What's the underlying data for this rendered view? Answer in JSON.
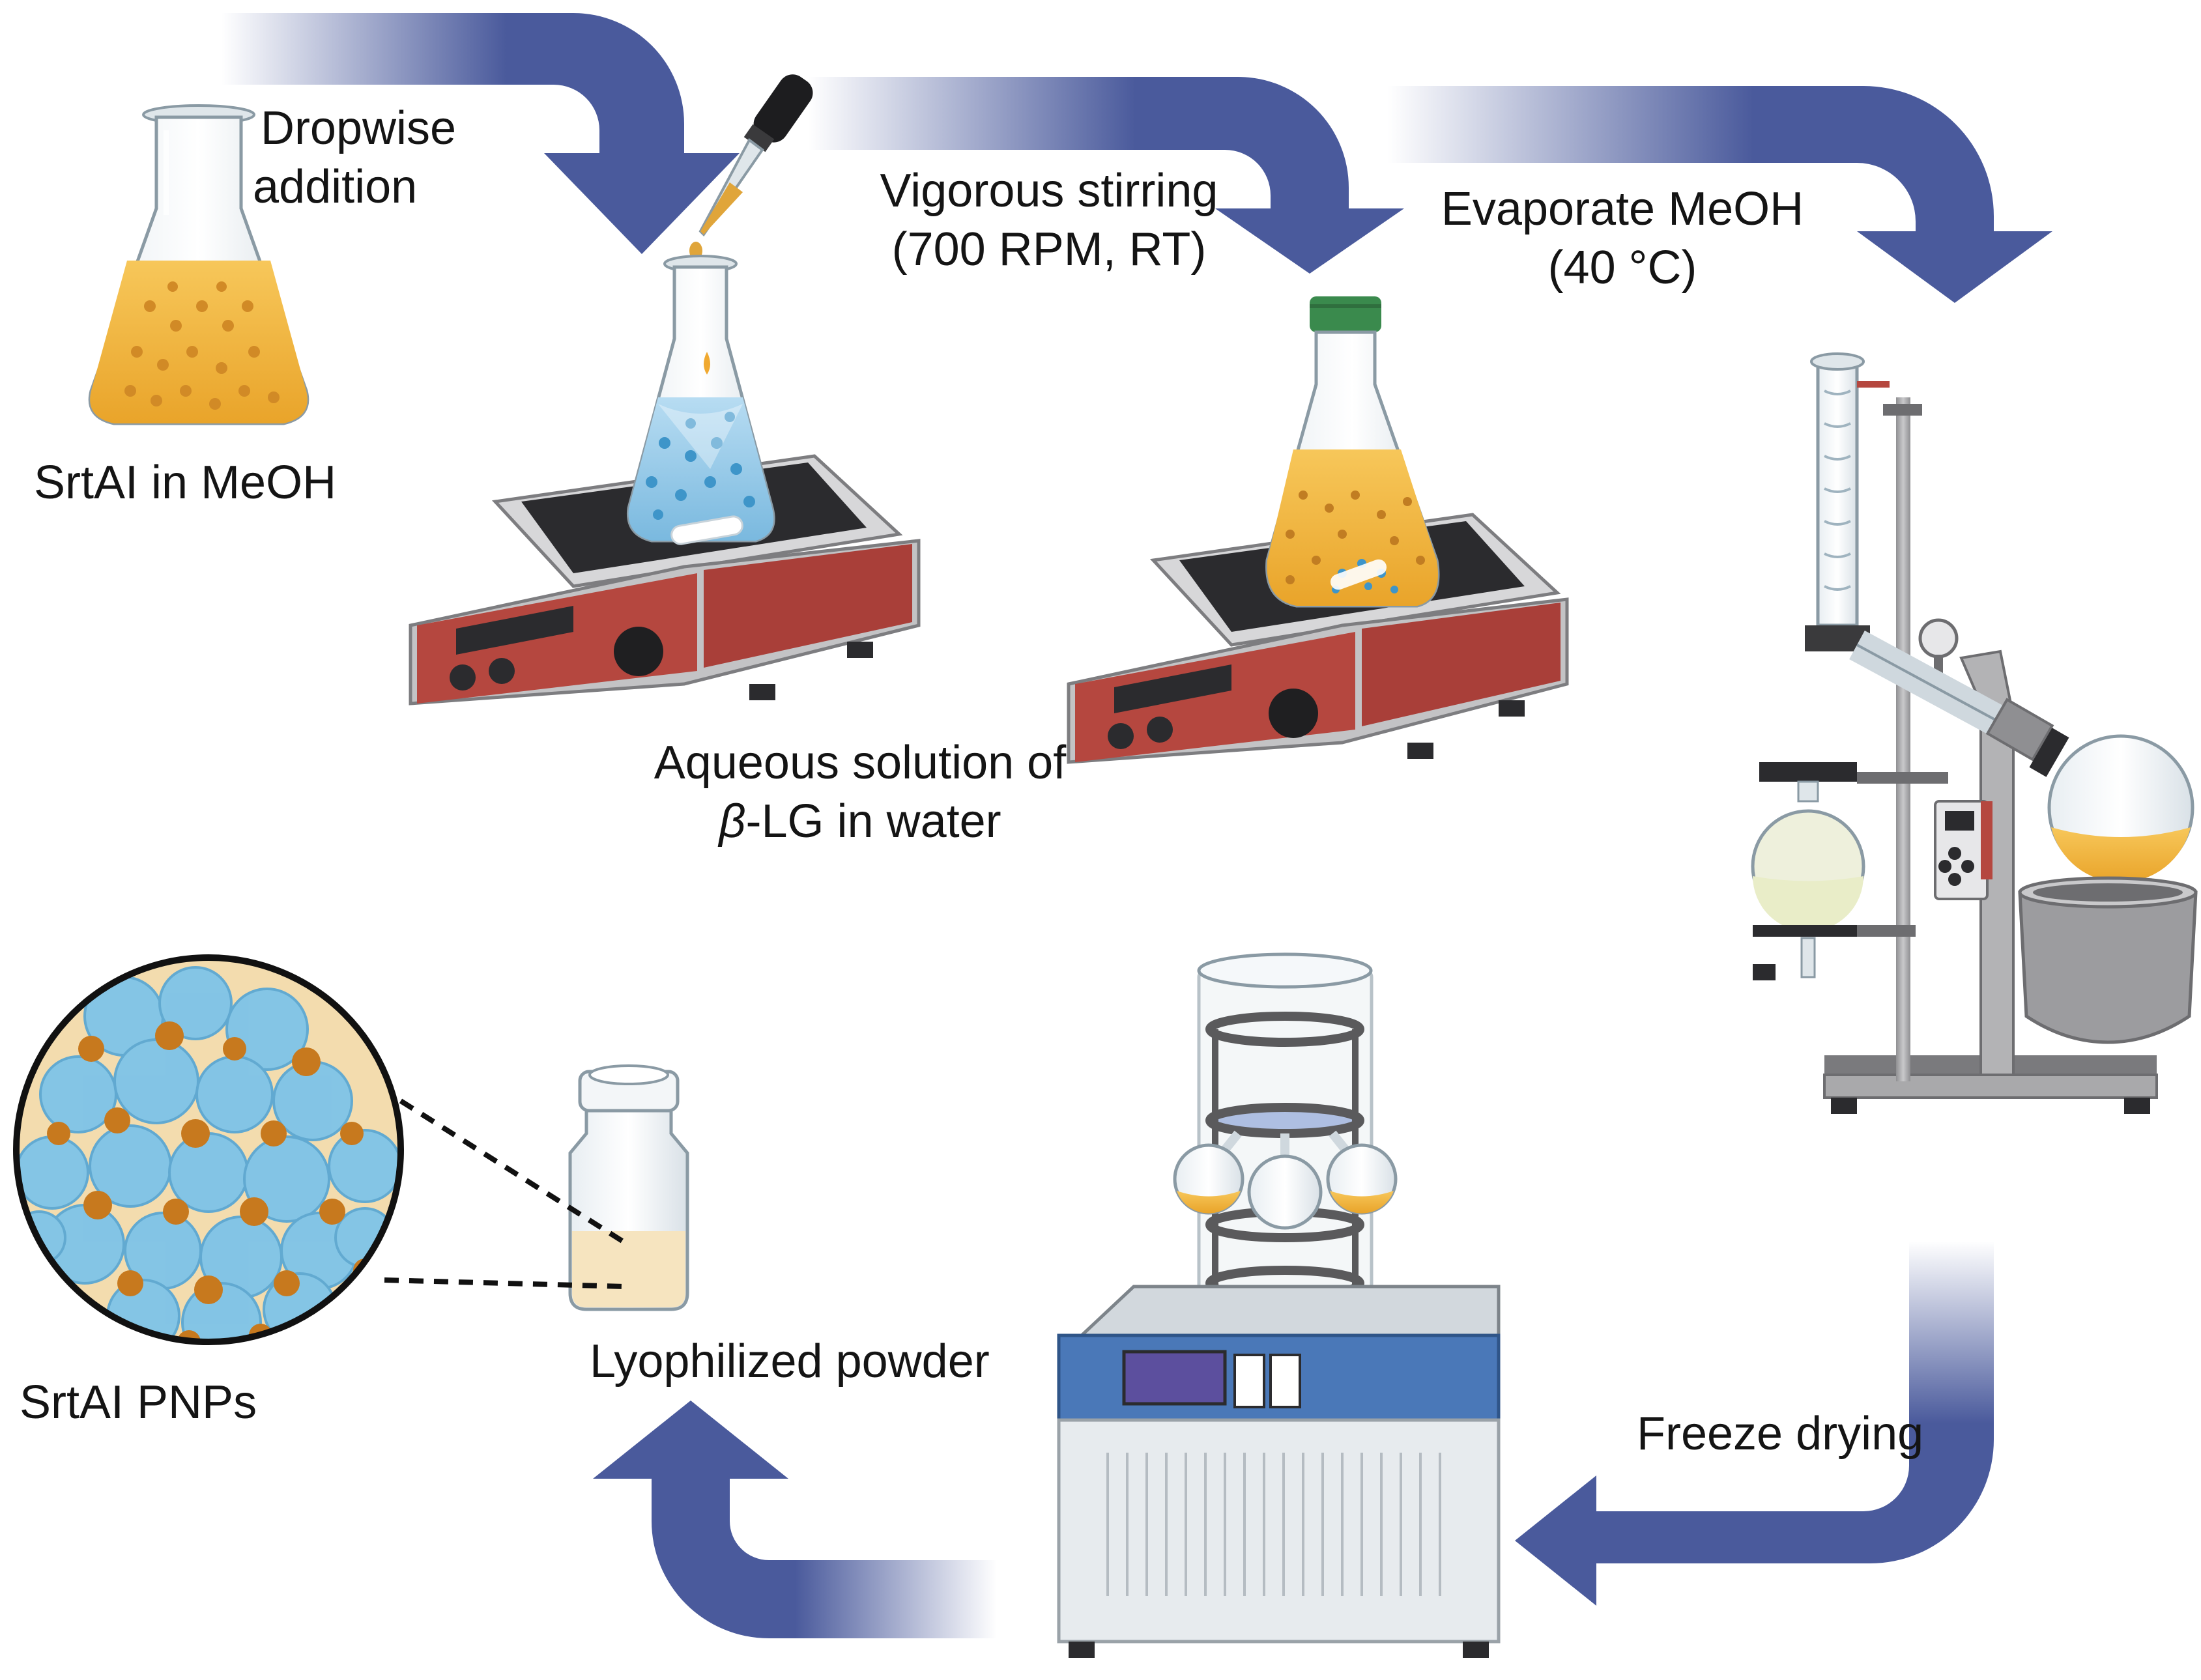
{
  "labels": {
    "dropwise_line1": "Dropwise",
    "dropwise_line2": "addition",
    "srtai_meoh": "SrtAI in MeOH",
    "stirring_line1": "Vigorous stirring",
    "stirring_line2": "(700 RPM, RT)",
    "evaporate_line1": "Evaporate MeOH",
    "evaporate_line2": "(40 °C)",
    "aqueous_line1": "Aqueous solution of",
    "aqueous_beta": "β",
    "aqueous_line2_rest": "-LG in water",
    "freeze_drying": "Freeze drying",
    "lyophilized_powder": "Lyophilized powder",
    "srtai_pnps": "SrtAI PNPs"
  },
  "colors": {
    "arrow": "#4a5a9c",
    "amber_liquid": "#f2b73a",
    "blue_liquid": "#8ec9ea",
    "instrument_red": "#b5473f",
    "instrument_grey": "#a9a9ab",
    "bottle_cap_green": "#3a8a4d",
    "freeze_dryer_blue": "#4a78b8",
    "nanoparticle_blue": "#7ec3e8",
    "nanoparticle_brown": "#c7791e"
  },
  "icons": [
    "erlenmeyer-flask-icon",
    "dropper-pipette-icon",
    "magnetic-stirrer-hotplate-icon",
    "capped-flask-icon",
    "rotary-evaporator-icon",
    "freeze-dryer-icon",
    "vial-icon",
    "nanoparticle-magnified-icon",
    "process-arrow-icon"
  ]
}
